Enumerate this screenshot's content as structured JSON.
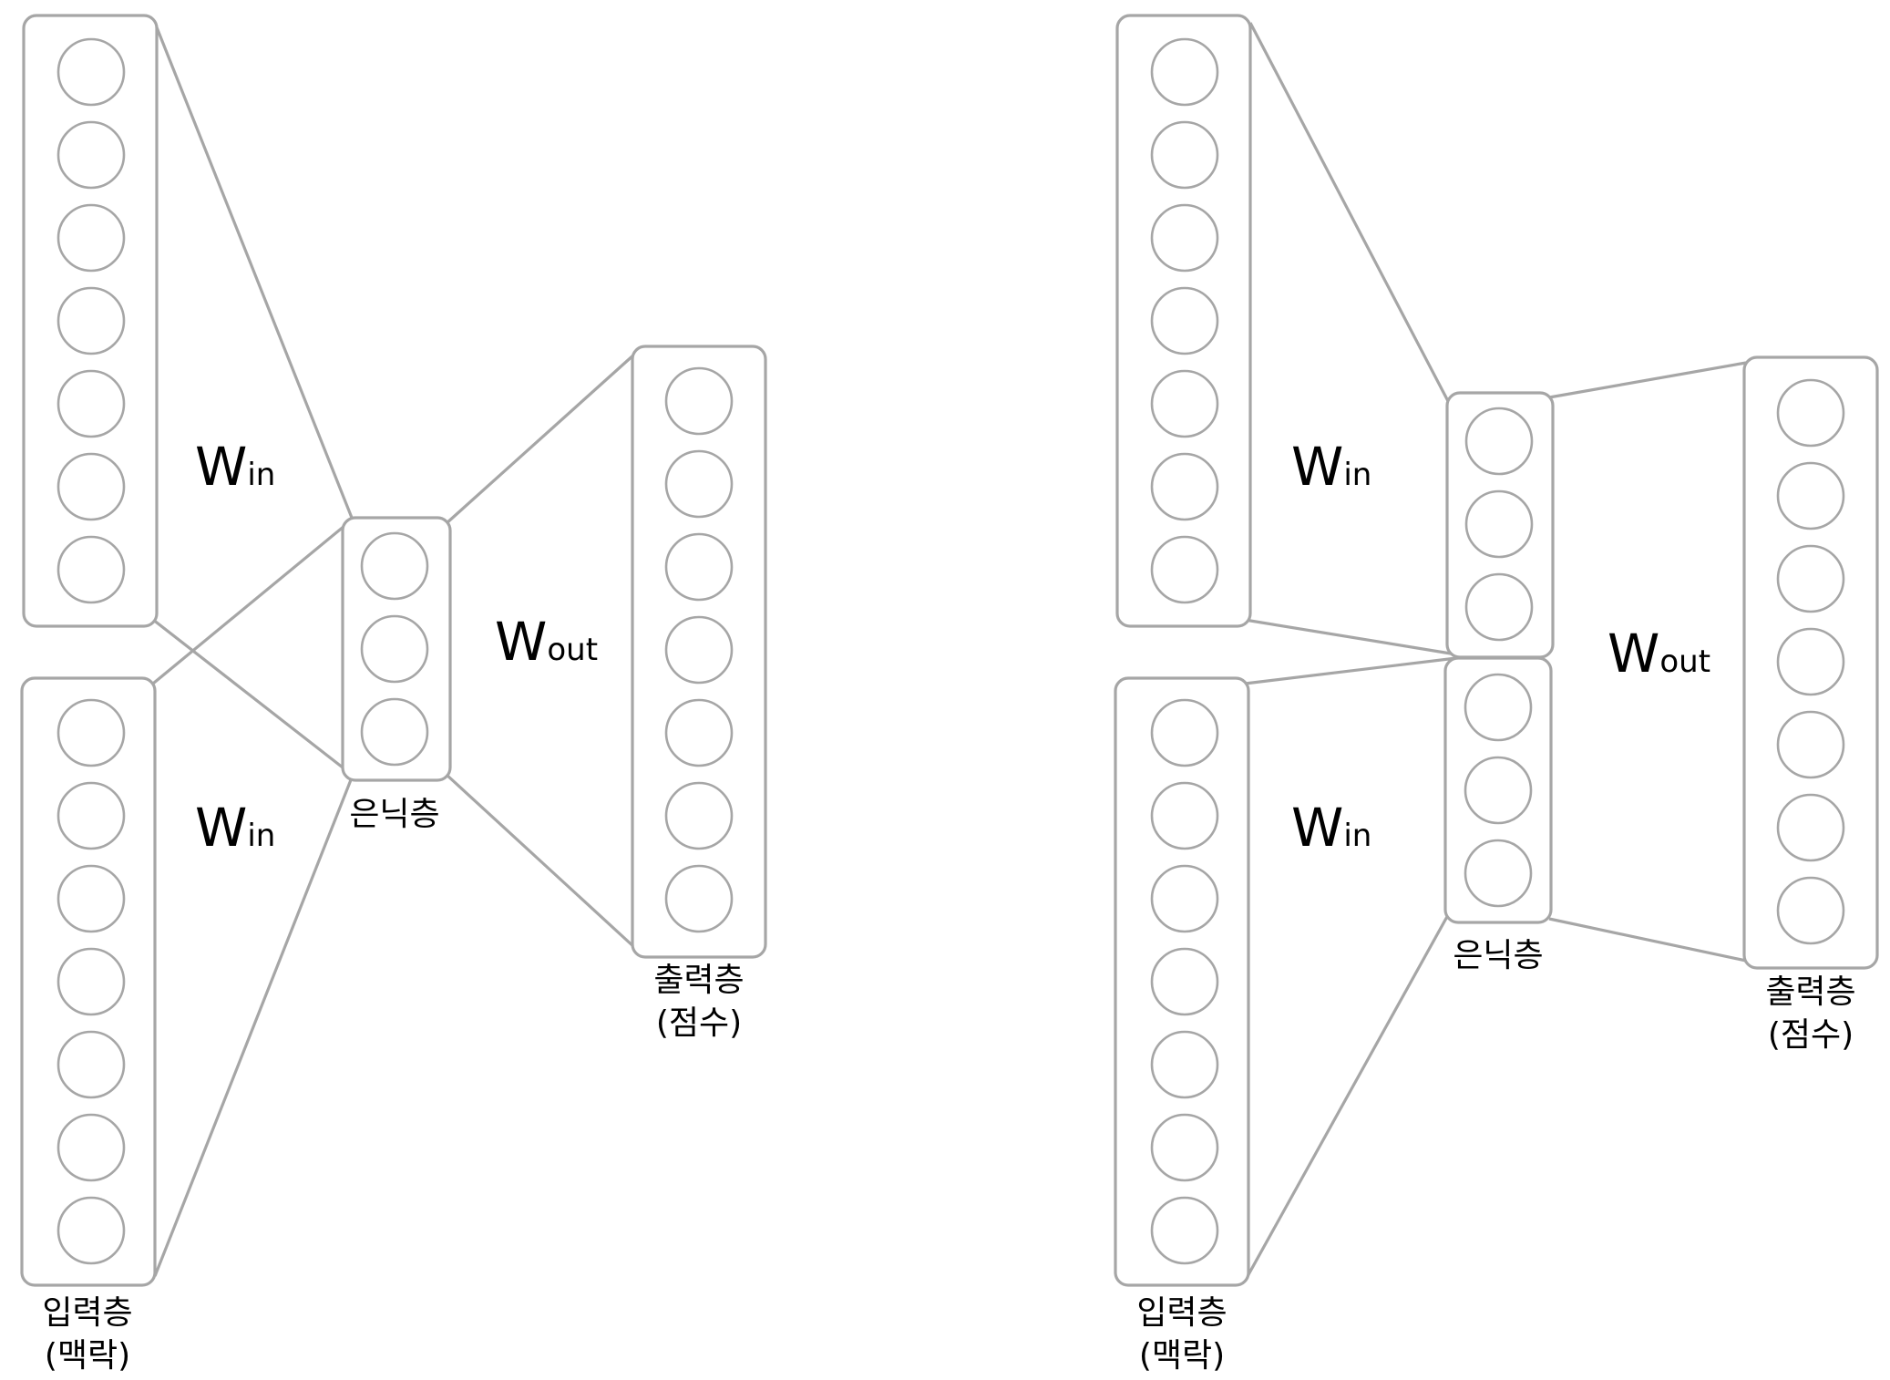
{
  "labels": {
    "input_layer": "입력층",
    "input_layer_note": "(맥락)",
    "hidden_layer": "은닉층",
    "output_layer": "출력층",
    "output_layer_note": "(점수)",
    "w_in_main": "W",
    "w_in_sub": "in",
    "w_out_main": "W",
    "w_out_sub": "out"
  },
  "diagrams": [
    {
      "name": "left",
      "input_layers": [
        {
          "neurons": 7
        },
        {
          "neurons": 7
        }
      ],
      "hidden_layers": [
        {
          "neurons": 3
        }
      ],
      "output_layer": {
        "neurons": 7
      }
    },
    {
      "name": "right",
      "input_layers": [
        {
          "neurons": 7
        },
        {
          "neurons": 7
        }
      ],
      "hidden_layers": [
        {
          "neurons": 3
        },
        {
          "neurons": 3
        }
      ],
      "output_layer": {
        "neurons": 7
      }
    }
  ]
}
